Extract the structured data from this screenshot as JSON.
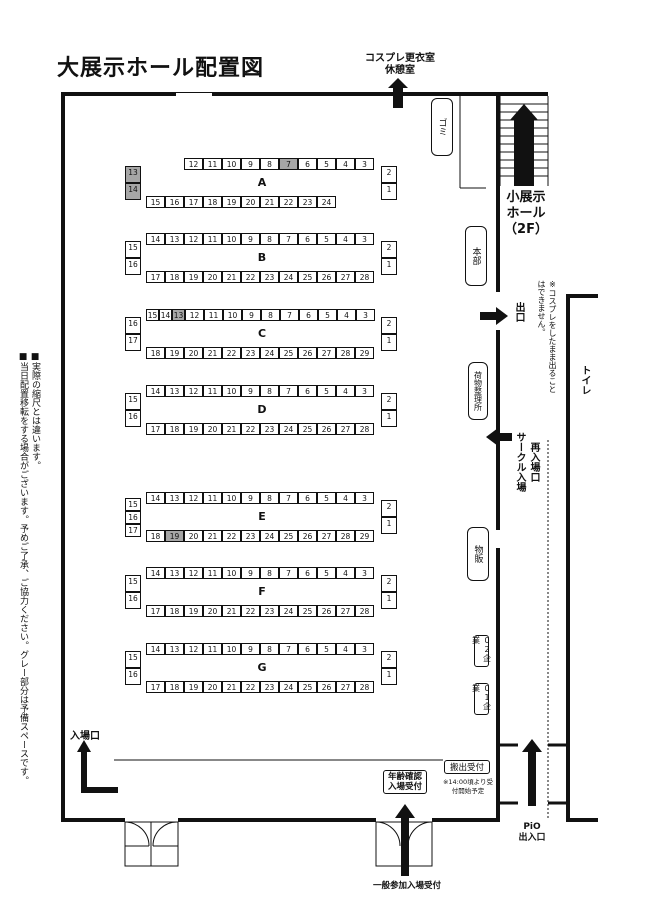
{
  "title": "大展示ホール配置図",
  "labels": {
    "cosplay_room": "コスプレ更衣室\n休憩室",
    "garbage": "ゴミ",
    "small_hall": "小展示\nホール\n（2F）",
    "honbu": "本部",
    "exit": "出口",
    "baggage": "荷物整理所",
    "reentry": "再入場口",
    "circle_entry": "サークル入場",
    "merch": "物販",
    "company_02": "02企業",
    "company_01": "01企業",
    "toilet": "トイレ",
    "cosplay_note": "※コスプレをしたまま出ることはできません。",
    "entrance": "入場口",
    "unloading": "搬出受付",
    "unloading_note": "※14:00頃より受付開始予定",
    "age_check": "年齢確認\n入場受付",
    "general_entry": "一般参加入場受付",
    "pio": "PiO\n出入口",
    "side_note_1": "■実際の縮尺とは違います。",
    "side_note_2": "■当日配置移転をする場合がございます。予めご了承、ご協力ください。グレー部分は予備スペースです。"
  },
  "blocks": [
    {
      "name": "A",
      "top": [
        "12",
        "11",
        "10",
        "9",
        "8",
        "7",
        "6",
        "5",
        "4",
        "3"
      ],
      "bottom": [
        "15",
        "16",
        "17",
        "18",
        "19",
        "20",
        "21",
        "22",
        "23",
        "24"
      ],
      "left": [
        "13",
        "14"
      ],
      "right": [
        "2",
        "1"
      ],
      "gray": [
        "top:7",
        "left:13",
        "left:14"
      ]
    },
    {
      "name": "B",
      "top": [
        "14",
        "13",
        "12",
        "11",
        "10",
        "9",
        "8",
        "7",
        "6",
        "5",
        "4",
        "3"
      ],
      "bottom": [
        "17",
        "18",
        "19",
        "20",
        "21",
        "22",
        "23",
        "24",
        "25",
        "26",
        "27",
        "28"
      ],
      "left": [
        "15",
        "16"
      ],
      "right": [
        "2",
        "1"
      ],
      "gray": []
    },
    {
      "name": "C",
      "top": [
        "15",
        "14",
        "13",
        "12",
        "11",
        "10",
        "9",
        "8",
        "7",
        "6",
        "5",
        "4",
        "3"
      ],
      "bottom": [
        "18",
        "19",
        "20",
        "21",
        "22",
        "23",
        "24",
        "25",
        "26",
        "27",
        "28",
        "29"
      ],
      "left": [
        "16",
        "17"
      ],
      "right": [
        "2",
        "1"
      ],
      "gray": [
        "top:13"
      ]
    },
    {
      "name": "D",
      "top": [
        "14",
        "13",
        "12",
        "11",
        "10",
        "9",
        "8",
        "7",
        "6",
        "5",
        "4",
        "3"
      ],
      "bottom": [
        "17",
        "18",
        "19",
        "20",
        "21",
        "22",
        "23",
        "24",
        "25",
        "26",
        "27",
        "28"
      ],
      "left": [
        "15",
        "16"
      ],
      "right": [
        "2",
        "1"
      ],
      "gray": []
    },
    {
      "name": "E",
      "top": [
        "14",
        "13",
        "12",
        "11",
        "10",
        "9",
        "8",
        "7",
        "6",
        "5",
        "4",
        "3"
      ],
      "bottom": [
        "18",
        "19",
        "20",
        "21",
        "22",
        "23",
        "24",
        "25",
        "26",
        "27",
        "28",
        "29"
      ],
      "left": [
        "15",
        "16",
        "17"
      ],
      "right": [
        "2",
        "1"
      ],
      "gray": [
        "bottom:19"
      ]
    },
    {
      "name": "F",
      "top": [
        "14",
        "13",
        "12",
        "11",
        "10",
        "9",
        "8",
        "7",
        "6",
        "5",
        "4",
        "3"
      ],
      "bottom": [
        "17",
        "18",
        "19",
        "20",
        "21",
        "22",
        "23",
        "24",
        "25",
        "26",
        "27",
        "28"
      ],
      "left": [
        "15",
        "16"
      ],
      "right": [
        "2",
        "1"
      ],
      "gray": []
    },
    {
      "name": "G",
      "top": [
        "14",
        "13",
        "12",
        "11",
        "10",
        "9",
        "8",
        "7",
        "6",
        "5",
        "4",
        "3"
      ],
      "bottom": [
        "17",
        "18",
        "19",
        "20",
        "21",
        "22",
        "23",
        "24",
        "25",
        "26",
        "27",
        "28"
      ],
      "left": [
        "15",
        "16"
      ],
      "right": [
        "2",
        "1"
      ],
      "gray": []
    }
  ]
}
